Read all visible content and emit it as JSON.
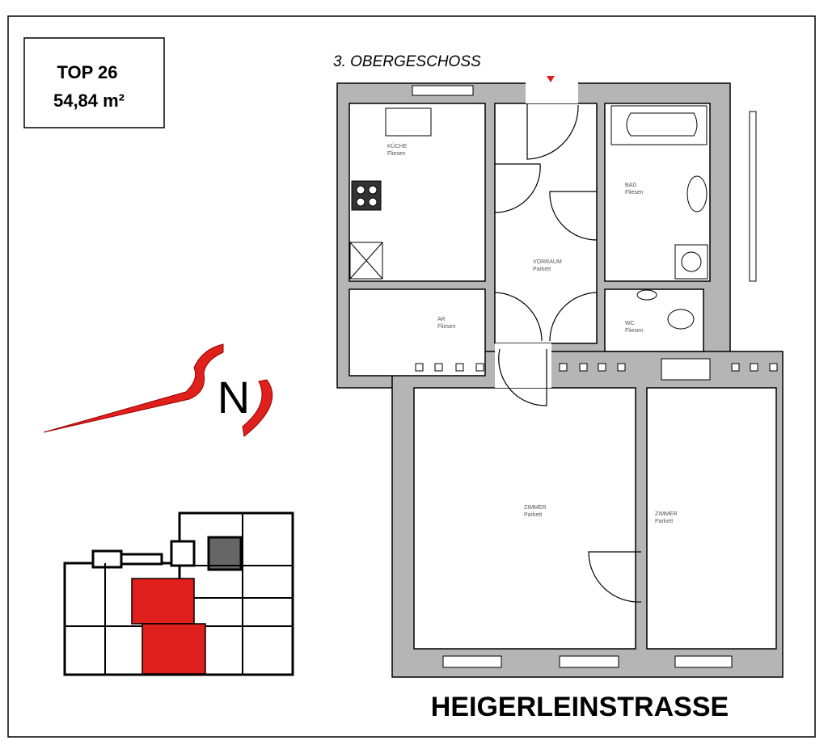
{
  "info": {
    "unit": "TOP 26",
    "area": "54,84 m²"
  },
  "floor": "3. OBERGESCHOSS",
  "street": "HEIGERLEINSTRASSE",
  "north": "N",
  "rooms": [
    {
      "name": "KÜCHE",
      "floor": "Fliesen"
    },
    {
      "name": "VORRAUM",
      "floor": "Parkett"
    },
    {
      "name": "BAD",
      "floor": "Fliesen"
    },
    {
      "name": "AR",
      "floor": "Fliesen"
    },
    {
      "name": "WC",
      "floor": "Fliesen"
    },
    {
      "name": "ZIMMER",
      "floor": "Parkett"
    },
    {
      "name": "ZIMMER",
      "floor": "Parkett"
    }
  ],
  "colors": {
    "wall": "#b5b5b5",
    "accent": "#e0201c",
    "line": "#000000"
  }
}
